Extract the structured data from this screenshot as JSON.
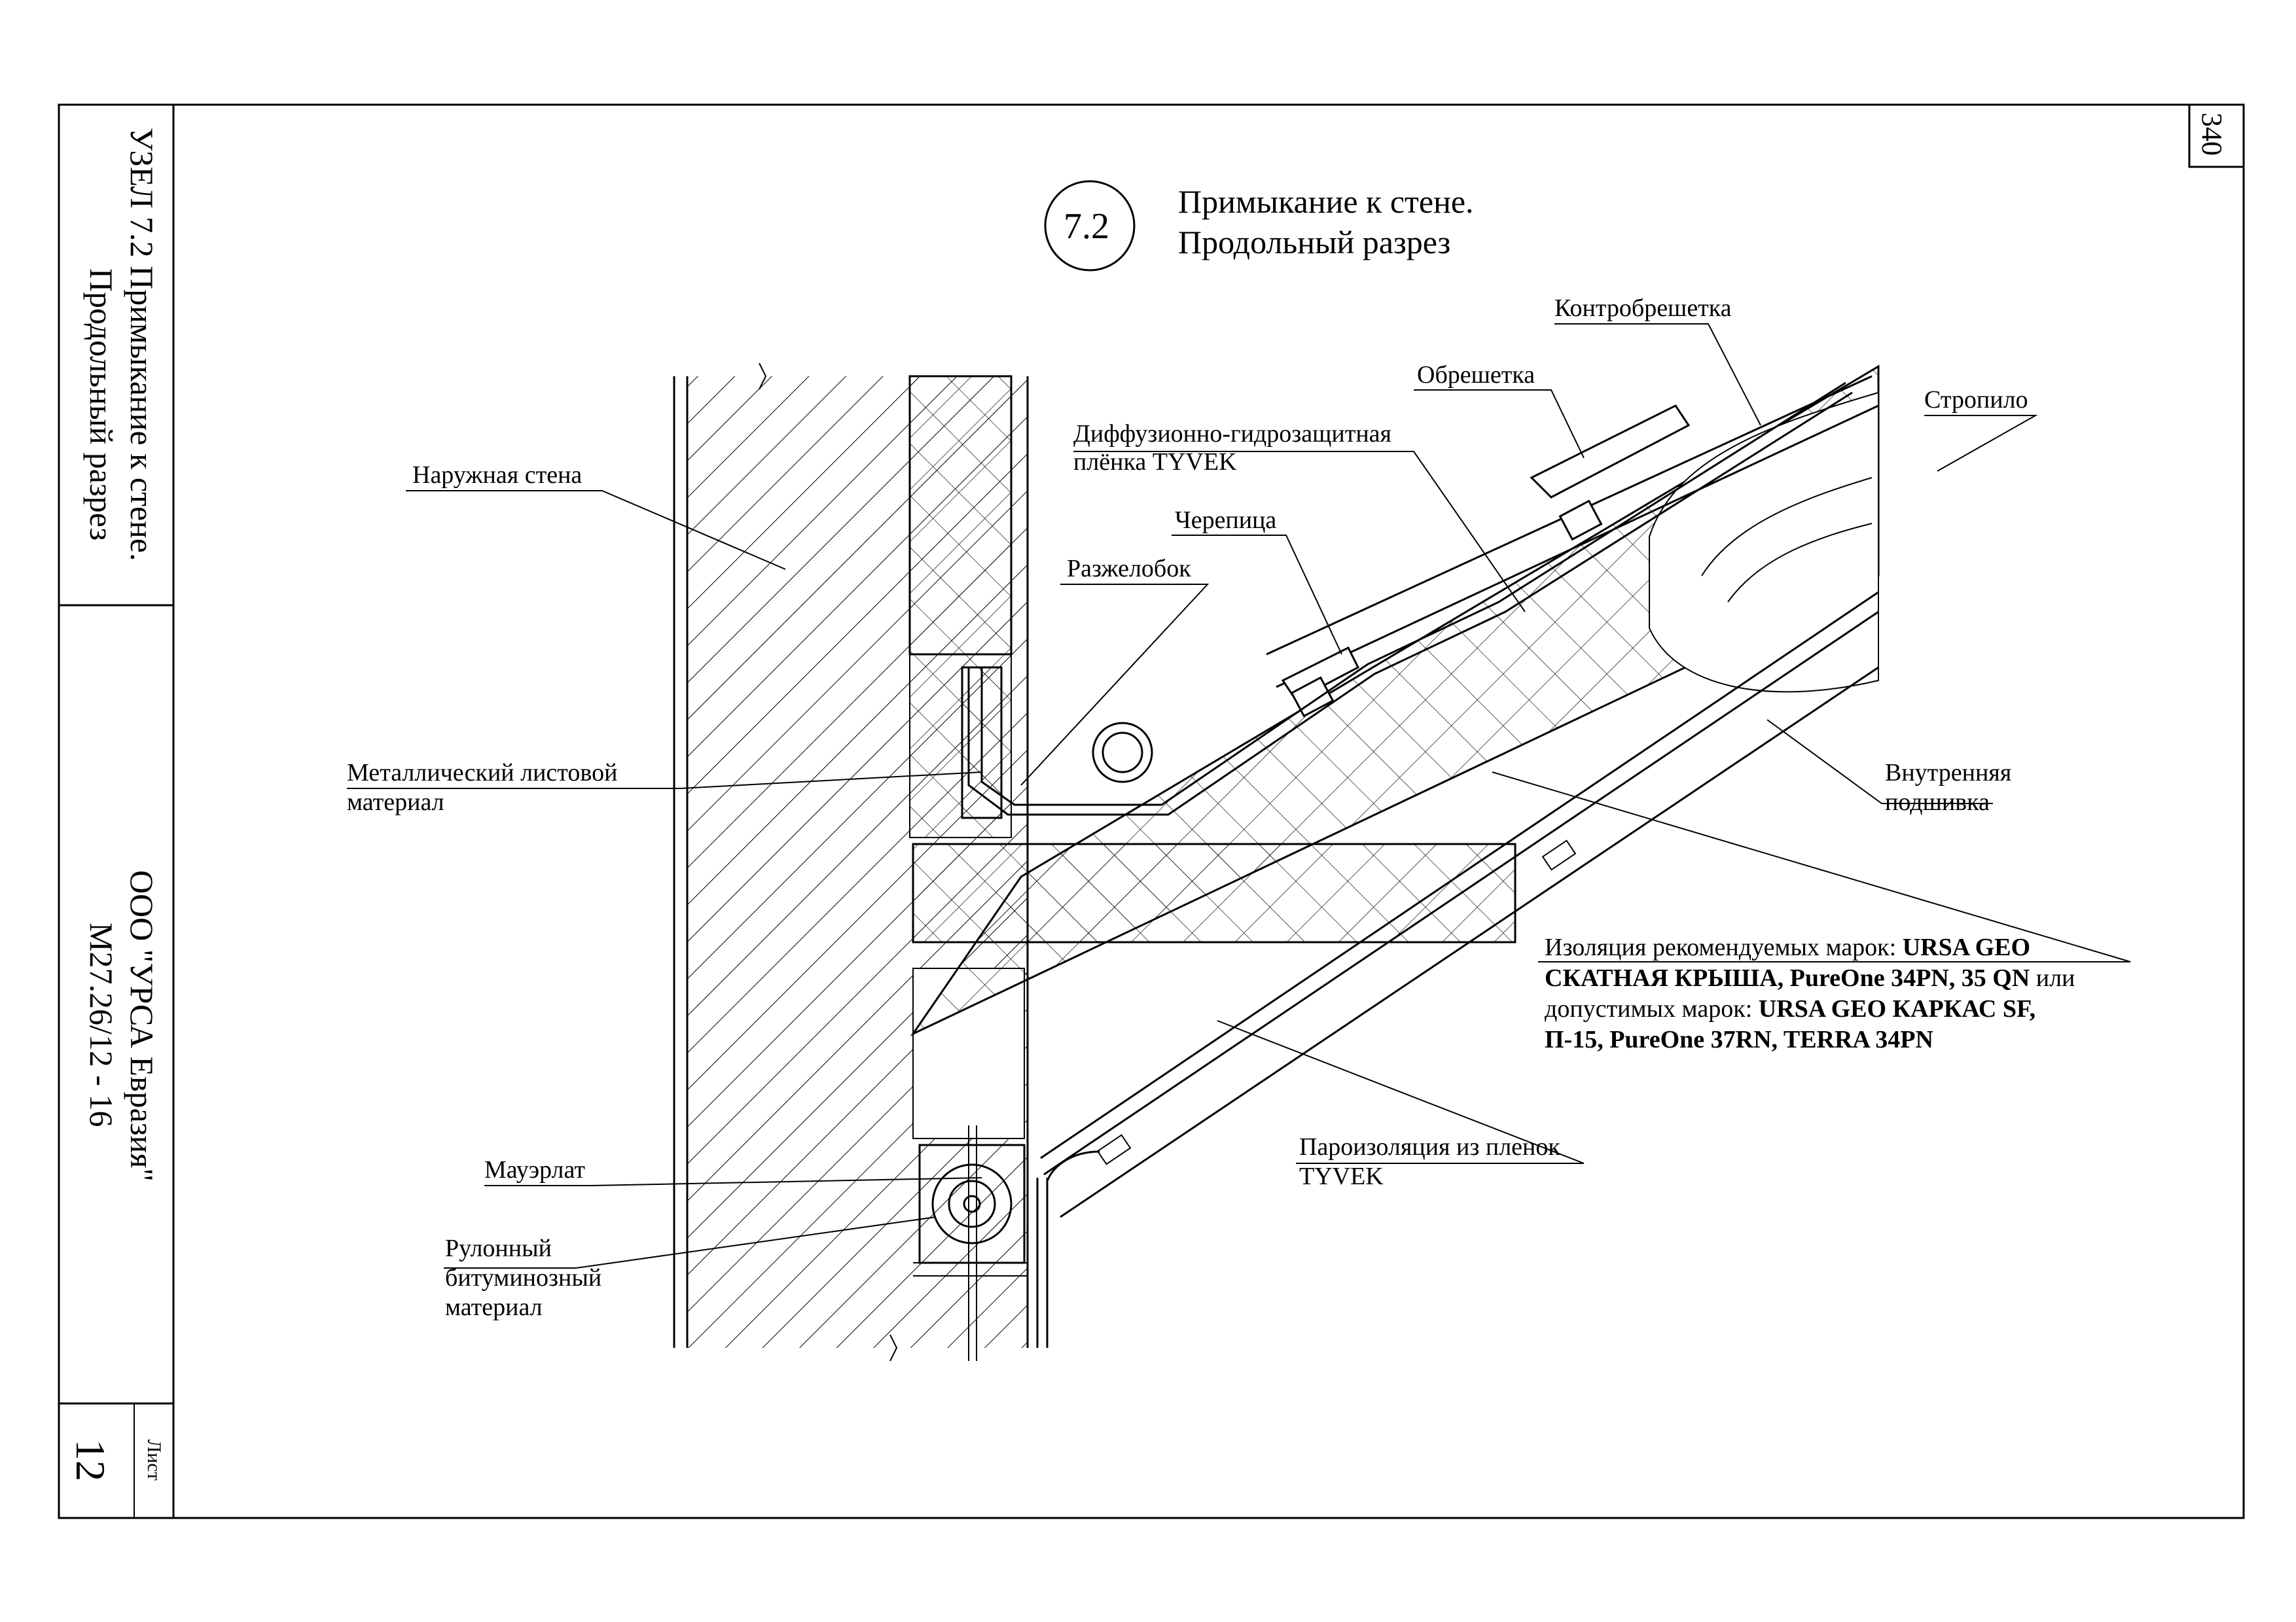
{
  "frame": {
    "sheet_number_top": "340",
    "side_title": [
      "УЗЕЛ 7.2 Примыкание к стене.",
      "Продольный разрез"
    ],
    "company": [
      "ООО \"УРСА Евразия\"",
      "М27.26/12 - 16"
    ],
    "sheet_label": "Лист",
    "sheet_value": "12"
  },
  "header": {
    "node_number": "7.2",
    "title_line1": "Примыкание к стене.",
    "title_line2": "Продольный разрез"
  },
  "labels": {
    "kontrobreshetka": "Контробрешетка",
    "obreshetka": "Обрешетка",
    "stropilo": "Стропило",
    "tyvek_line1": "Диффузионно-гидрозащитная",
    "tyvek_line2": "плёнка TYVEK",
    "naruzhnaya_stena": "Наружная стена",
    "cherepitsa": "Черепица",
    "razzhelobok": "Разжелобок",
    "metal_line1": "Металлический листовой",
    "metal_line2": "материал",
    "vnutr_line1": "Внутренняя",
    "vnutr_line2": "подшивка",
    "izol_line1_a": "Изоляция рекомендуемых марок: ",
    "izol_line1_b": "URSA GEO",
    "izol_line2_a": "СКАТНАЯ КРЫША, PureOne 34PN, 35 QN",
    "izol_line2_b": " или",
    "izol_line3_a": "допустимых марок: ",
    "izol_line3_b": "URSA GEO КАРКАС SF,",
    "izol_line4": "П-15, PureOne 37RN, TERRA 34PN",
    "paroizol_line1": "Пароизоляция из пленок",
    "paroizol_line2": "TYVEK",
    "mauerlat": "Мауэрлат",
    "rulon_line1": "Рулонный",
    "rulon_line2": "битуминозный",
    "rulon_line3": "материал"
  }
}
